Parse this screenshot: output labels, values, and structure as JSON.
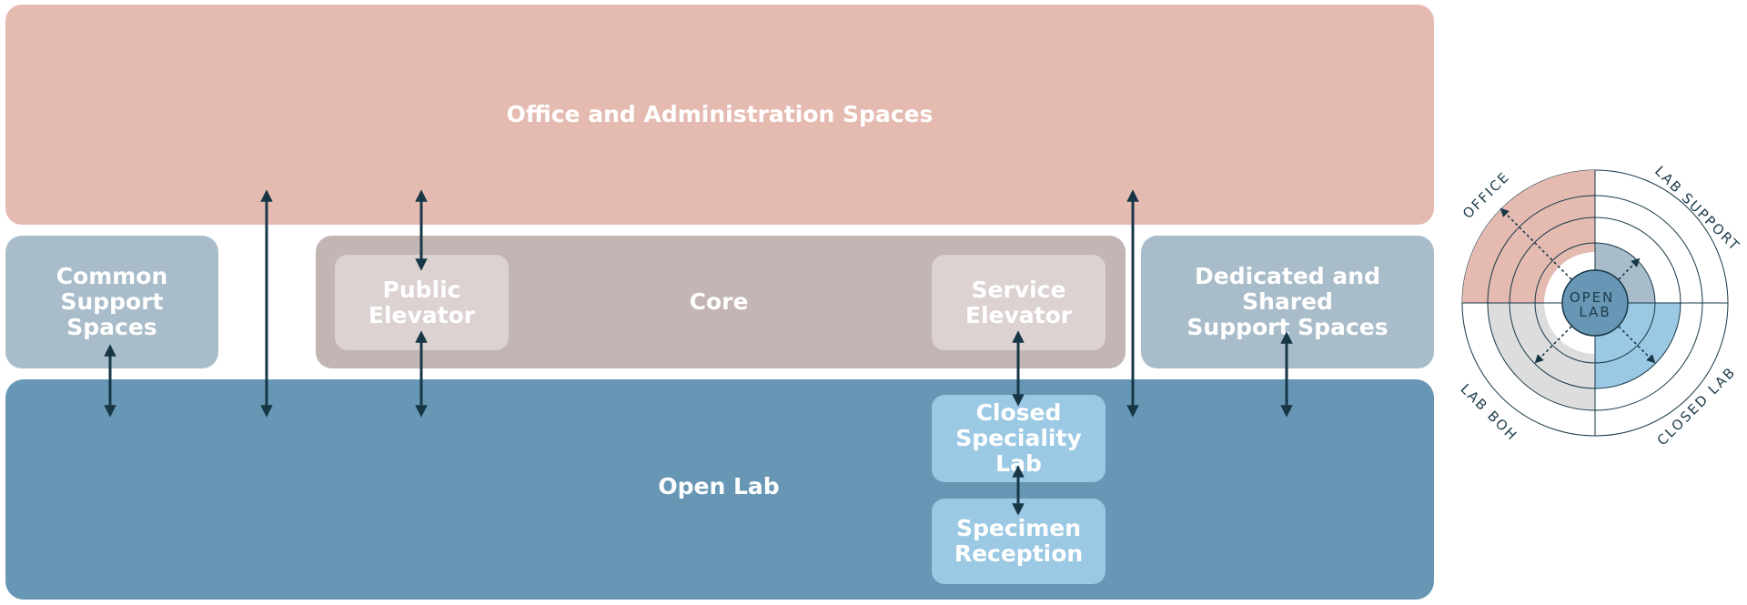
{
  "blocks": {
    "office": "Office and Administration Spaces",
    "common_support": "Common\nSupport\nSpaces",
    "core": "Core",
    "public_elevator": "Public\nElevator",
    "service_elevator": "Service\nElevator",
    "dedicated_support": "Dedicated and Shared\nSupport Spaces",
    "open_lab": "Open Lab",
    "closed_lab": "Closed\nSpeciality Lab",
    "specimen": "Specimen\nReception"
  },
  "wheel": {
    "center": "OPEN\nLAB",
    "quadrants": [
      "OFFICE",
      "LAB SUPPORT",
      "CLOSED LAB",
      "LAB BOH"
    ]
  },
  "colors": {
    "office": "#e5bbb1",
    "support": "#a8bcc9",
    "core": "#c2b5b4",
    "elevator": "#dbd2d1",
    "open_lab": "#6797b5",
    "closed_lab": "#9bc9e3",
    "lab_boh": "#dedddd",
    "arrow": "#173747"
  }
}
